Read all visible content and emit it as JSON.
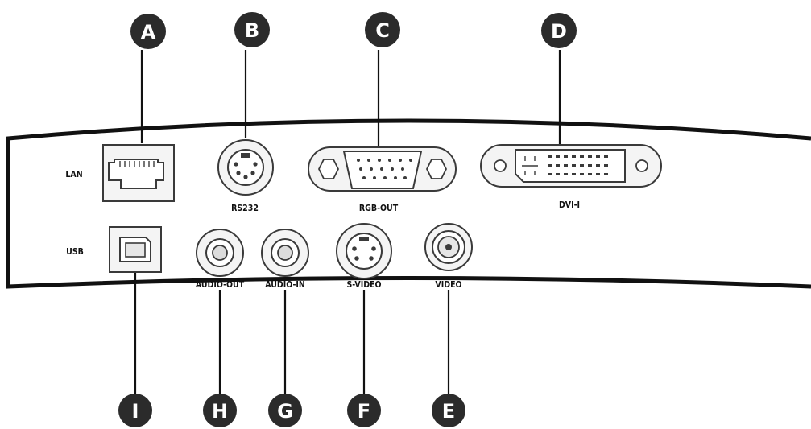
{
  "colors": {
    "panel_stroke": "#111111",
    "port_stroke": "#3a3a3a",
    "port_fill": "#f4f4f4",
    "callout_fill": "#2b2b2b",
    "callout_text": "#ffffff",
    "background": "#ffffff"
  },
  "callouts": {
    "a": "A",
    "b": "B",
    "c": "C",
    "d": "D",
    "e": "E",
    "f": "F",
    "g": "G",
    "h": "H",
    "i": "I"
  },
  "labels": {
    "lan": "LAN",
    "usb": "USB",
    "rs232": "RS232",
    "rgb_out": "RGB-OUT",
    "dvi_i": "DVI-I",
    "audio_out": "AUDIO-OUT",
    "audio_in": "AUDIO-IN",
    "s_video": "S-VIDEO",
    "video": "VIDEO"
  },
  "icons": {
    "lan": "rj45-port-icon",
    "usb": "usb-b-port-icon",
    "rs232": "mini-din-port-icon",
    "rgb_out": "vga-port-icon",
    "dvi_i": "dvi-port-icon",
    "audio_out": "audio-jack-icon",
    "audio_in": "audio-jack-icon",
    "s_video": "s-video-port-icon",
    "video": "rca-port-icon"
  }
}
